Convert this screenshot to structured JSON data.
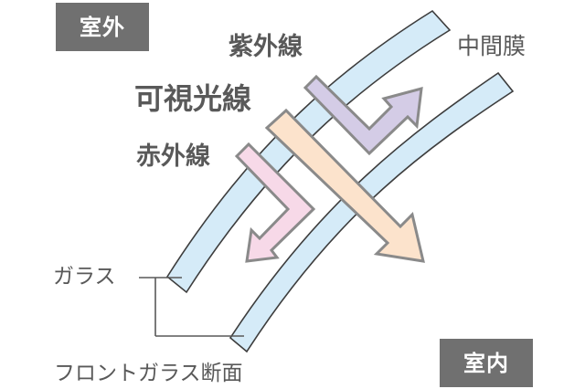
{
  "diagram": {
    "title": "フロントガラス断面",
    "tags": {
      "outdoor": "室外",
      "indoor": "室内"
    },
    "labels": {
      "uv": "紫外線",
      "visible": "可視光線",
      "infrared": "赤外線",
      "interlayer": "中間膜",
      "glass": "ガラス",
      "cross_section": "フロントガラス断面"
    },
    "colors": {
      "tag_bg": "#707070",
      "tag_text": "#ffffff",
      "text": "#595959",
      "glass_fill": "#d5ebf8",
      "glass_stroke": "#3d3d3d",
      "uv_arrow": "#d4cce6",
      "visible_arrow": "#fce3cc",
      "infrared_arrow": "#f7d9e8",
      "arrow_stroke": "#8a8a8a",
      "leader_line": "#595959"
    },
    "arrows": [
      {
        "name": "uv",
        "behavior": "reflected by interlayer"
      },
      {
        "name": "visible",
        "behavior": "transmitted to indoor"
      },
      {
        "name": "infrared",
        "behavior": "reflected back"
      }
    ]
  }
}
